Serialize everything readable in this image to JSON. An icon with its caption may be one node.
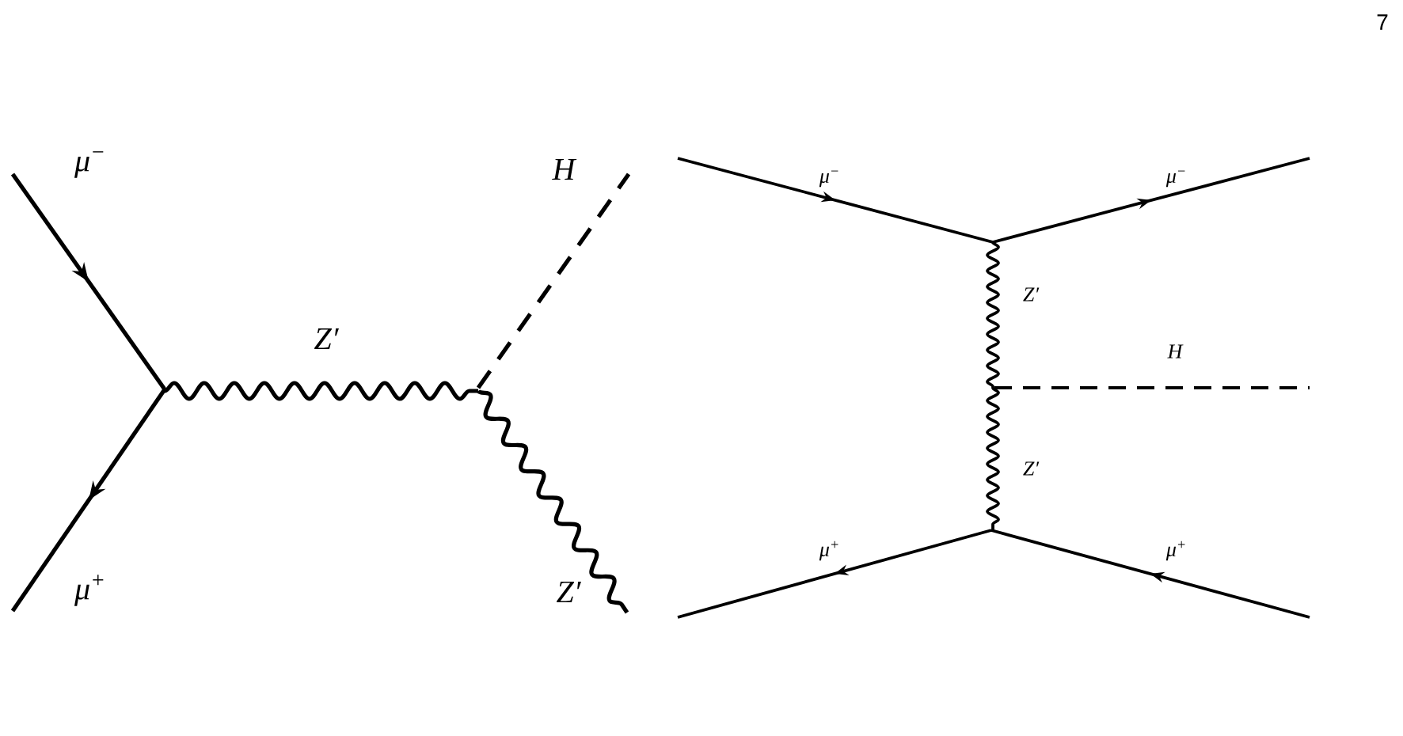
{
  "diagram": {
    "labels": [
      "7",
      "μ$^{−}$",
      "H",
      "Z′",
      "μ$^{+}$",
      "Z′",
      "μ$^{−}$",
      "μ$^{−}$",
      "Z′",
      "H",
      "Z′",
      "μ$^{+}$",
      "μ$^{+}$"
    ]
  }
}
